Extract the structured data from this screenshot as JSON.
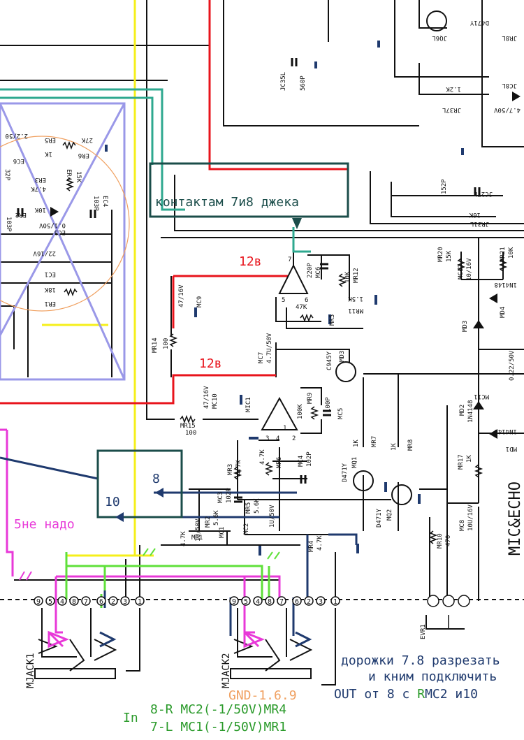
{
  "annotations": {
    "contact_box": "контактам 7и8 джека",
    "v12_top": "12в",
    "v12_bottom": "12в",
    "pin8": "8",
    "pin10": "10",
    "not_needed": "5не надо",
    "cut_line1": "дорожки 7.8 разрезать",
    "cut_line2": "и кним подключить",
    "gnd": "GND-1.6.9",
    "out_text": "OUT от 8 с",
    "out_r": "R",
    "out_mc2": "MC2",
    "out_i10": "и10",
    "in_label": "In",
    "in_r": "8-R MC2(-1/50V)MR4",
    "in_l": "7-L MC1(-1/50V)MR1",
    "mic_echo": "MIC&ECHO"
  },
  "components": {
    "ic_top": "7",
    "ic_pin5": "5",
    "ic_pin6": "6",
    "mc6": "MC6",
    "c220p": "220P",
    "mr12": "MR12",
    "r10k": "10K",
    "r47k": "47K",
    "r1_5k": "1.5K",
    "mr11": "MR11",
    "mr5": "MR5",
    "mc9": "MC9",
    "c47_16v": "47/16V",
    "mr14": "MR14",
    "r100": "100",
    "mc7": "MC7",
    "c4_7u50v": "4.7U/50V",
    "c945y": "C945Y",
    "md3": "MD3",
    "mic1": "MIC1",
    "mr9": "MR9",
    "r100k": "100K",
    "c100p": "100P",
    "mc5": "MC5",
    "mc10": "MC10",
    "c47_16v_b": "47/16V",
    "mr15": "MR15",
    "r100_b": "100",
    "mr3": "MR3",
    "r4_7k": "4.7K",
    "mr6": "MR6",
    "r4_7k_b": "4.7K",
    "mc4": "MC4",
    "c102p": "102P",
    "mc3": "MC3",
    "c102p_b": "102P",
    "mr2": "MR2",
    "r5_6k": "5.6K",
    "mc1": "MC1",
    "c1u50v": "1U/50V",
    "mr5b": "MR5",
    "mc2": "MC2",
    "c1u50v_b": "1U/50V",
    "mr4": "MR4",
    "r4_7k_c": "4.7K",
    "mr1": "MR1",
    "r4_7k_d": "4.7K",
    "mr7": "MR7",
    "r1k": "1K",
    "mr8": "MR8",
    "r1k_b": "1K",
    "mq1": "MQ1",
    "d471y": "D471Y",
    "mq2": "MQ2",
    "d471y_b": "D471Y",
    "mr20": "MR20",
    "r15k": "15K",
    "mr21": "MR21",
    "r10k_b": "10K",
    "mc12": "MC12",
    "c10_16v": "10/16V",
    "d1n4148": "1N4148",
    "md4": "MD4",
    "md3b": "MD3",
    "mc11": "MC11",
    "c0_22_50v": "0.22/50V",
    "md2": "MD2",
    "d1n4148_b": "1N4148",
    "md1": "MD1",
    "mr17": "MR17",
    "r1k_c": "1K",
    "mc8": "MC8",
    "c10u16v": "10U/16V",
    "mr10": "MR10",
    "r470": "470",
    "evr1": "EVR1",
    "mjack1": "MJACK1",
    "mjack2": "MJACK2",
    "jc35l": "JC35L",
    "c560p": "560P",
    "jq6l": "JQ6L",
    "d471y_c": "D471Y",
    "jr8l": "JR8L",
    "jr37l": "JR37L",
    "r1_2k": "1.2K",
    "jc8l": "JC8L",
    "c4_7_50v": "4.7/50V",
    "c152p": "152P",
    "jc27l": "JC27L",
    "r16k": "16K",
    "jr31l": "JR31L",
    "ec6": "EC6",
    "c2_2_50": "2.2/50",
    "er5": "ER5",
    "r1k_d": "1K",
    "er6": "ER6",
    "r27k": "27K",
    "er3": "ER3",
    "r4_7k_e": "4.7K",
    "er4": "ER4",
    "r15k_b": "15K",
    "c32p": "32P",
    "er2": "ER2",
    "r10k_c": "10K",
    "ec3": "EC3",
    "c0_1_50v": "0.1/50V",
    "c103p": "103P",
    "ec4": "EC4",
    "c103p_b": "103P",
    "ec1": "EC1",
    "c22_16v": "22/16V",
    "er1": "ER1",
    "r18k": "18K",
    "pin1": "1",
    "pin2": "2",
    "pin3": "3",
    "pin4": "4"
  },
  "jack_pins": [
    "9",
    "5",
    "4",
    "8",
    "7",
    "6",
    "2",
    "3",
    "1"
  ],
  "colors": {
    "red": "#e8141c",
    "yellow": "#f5ef1a",
    "green_wire": "#2ea88f",
    "dark_teal": "#1b4d4a",
    "blue": "#1b3f7a",
    "navy": "#1f3a6e",
    "magenta": "#e838d8",
    "lime": "#5fe03a",
    "lavender": "#9a98e8",
    "orange_circle": "#f0a060"
  }
}
